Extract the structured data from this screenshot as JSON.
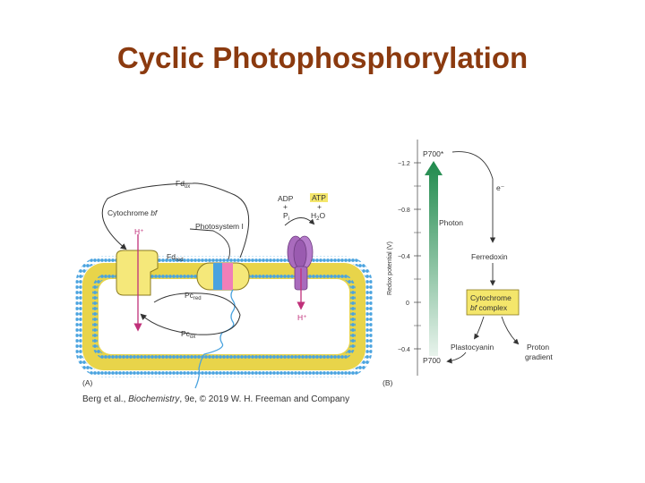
{
  "title": "Cyclic Photophosphorylation",
  "panel_a": {
    "label": "(A)",
    "fd_ox": "Fd",
    "fd_ox_sub": "ox",
    "cytochrome": "Cytochrome ",
    "cytochrome_it": "bf",
    "photosystem": "Photosystem I",
    "h_plus_top": "H⁺",
    "fd_red": "Fd",
    "fd_red_sub": "red",
    "pc_red": "Pc",
    "pc_red_sub": "red",
    "pc_ox": "Pc",
    "pc_ox_sub": "ox",
    "adp": "ADP",
    "plus1": "+",
    "pi": "P",
    "pi_sub": "i",
    "atp": "ATP",
    "plus2": "+",
    "h2o_a": "H",
    "h2o_sub": "2",
    "h2o_b": "O",
    "h_plus_bottom": "H⁺"
  },
  "panel_b": {
    "label": "(B)",
    "axis_label": "Redox potential (V)",
    "ticks": [
      "−1.2",
      "−0.8",
      "−0.4",
      "0",
      "−0.4"
    ],
    "p700_star": "P700*",
    "e_minus": "e⁻",
    "photon": "Photon",
    "ferredoxin": "Ferredoxin",
    "cyt_line1": "Cytochrome",
    "cyt_line2_it": "bf",
    "cyt_line2": " complex",
    "plastocyanin": "Plastocyanin",
    "proton1": "Proton",
    "proton2": "gradient",
    "p700": "P700"
  },
  "caption": {
    "pre": "Berg et al., ",
    "italic": "Biochemistry",
    "post": ", 9e, © 2019 W. H. Freeman and Company"
  },
  "colors": {
    "title": "#8b3a0f",
    "membrane": "#e8d44a",
    "head": "#4aa3df",
    "cytochrome_bf": "#f5e87a",
    "atp_synthase": "#a96bbd",
    "arrow_magenta": "#c0307a",
    "photon_green": "#1f8a4c",
    "box_yellow": "#f4e66b"
  }
}
